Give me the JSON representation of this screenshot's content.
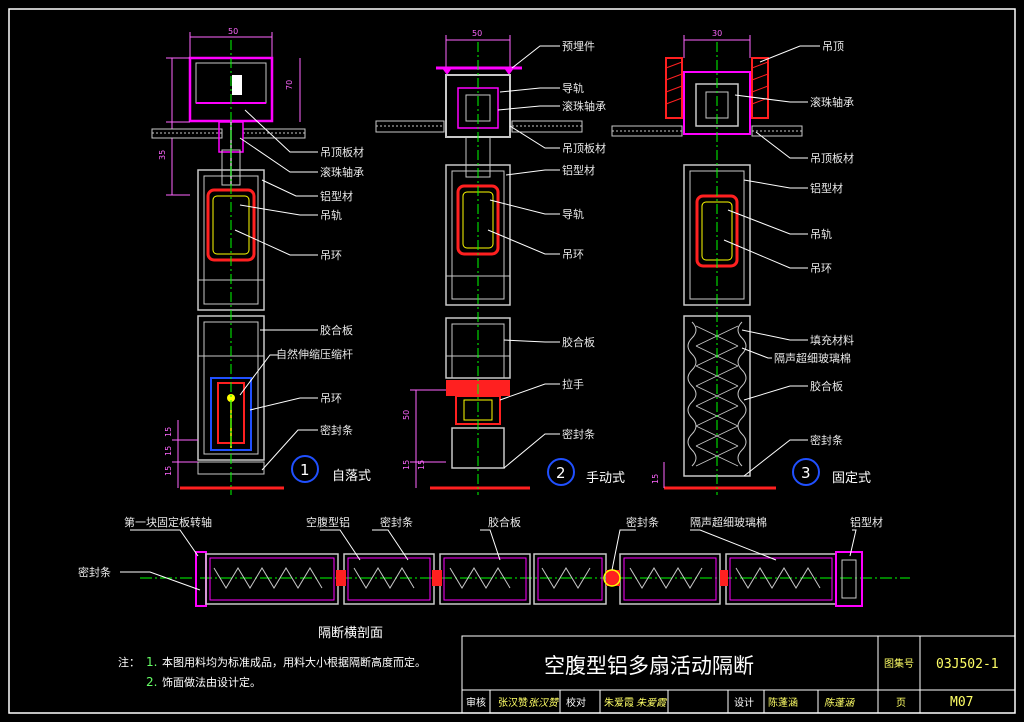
{
  "labels": {
    "s1": [
      "吊顶板材",
      "滚珠轴承",
      "铝型材",
      "吊轨",
      "吊环",
      "胶合板",
      "自然伸缩压缩杆",
      "吊环",
      "密封条"
    ],
    "s2": [
      "预埋件",
      "导轨",
      "滚珠轴承",
      "吊顶板材",
      "铝型材",
      "导轨",
      "吊环",
      "胶合板",
      "拉手",
      "密封条"
    ],
    "s3": [
      "吊顶",
      "滚珠轴承",
      "吊顶板材",
      "铝型材",
      "吊轨",
      "吊环",
      "填充材料",
      "隔声超细玻璃棉",
      "胶合板",
      "密封条"
    ]
  },
  "dims": {
    "s1": [
      "50",
      "70",
      "35",
      "15",
      "15",
      "15"
    ],
    "s2": [
      "50",
      "50",
      "15",
      "15"
    ],
    "s3": [
      "30",
      "15"
    ]
  },
  "sections": [
    {
      "num": "1",
      "caption": "自落式"
    },
    {
      "num": "2",
      "caption": "手动式"
    },
    {
      "num": "3",
      "caption": "固定式"
    }
  ],
  "plan": {
    "labels": [
      "第一块固定板转轴",
      "空腹型铝",
      "密封条",
      "胶合板",
      "密封条",
      "隔声超细玻璃棉",
      "铝型材",
      "密封条"
    ],
    "caption": "隔断横剖面"
  },
  "notes": {
    "prefix": "注：",
    "items": [
      {
        "n": "1.",
        "text": "本图用料均为标准成品，用料大小根据隔断高度而定。"
      },
      {
        "n": "2.",
        "text": "饰面做法由设计定。"
      }
    ]
  },
  "title_block": {
    "title": "空腹型铝多扇活动隔断",
    "atlas_label": "图集号",
    "atlas_code": "03J502-1",
    "page_label": "页",
    "page_code": "M07",
    "row": [
      "审核",
      "张汉赞",
      "校对",
      "朱爱霞",
      "设计",
      "陈蓬涵"
    ],
    "signatures": [
      "张汉赞",
      "朱爱霞",
      "陈蓬涵"
    ]
  },
  "colors": {
    "frame": "#ffffff",
    "magenta": "#ff00ff",
    "red": "#ff2020",
    "yellow": "#ffff00",
    "green": "#00ff00",
    "cyan": "#00ffff",
    "blue": "#2050ff",
    "gray": "#c8c8c8"
  }
}
